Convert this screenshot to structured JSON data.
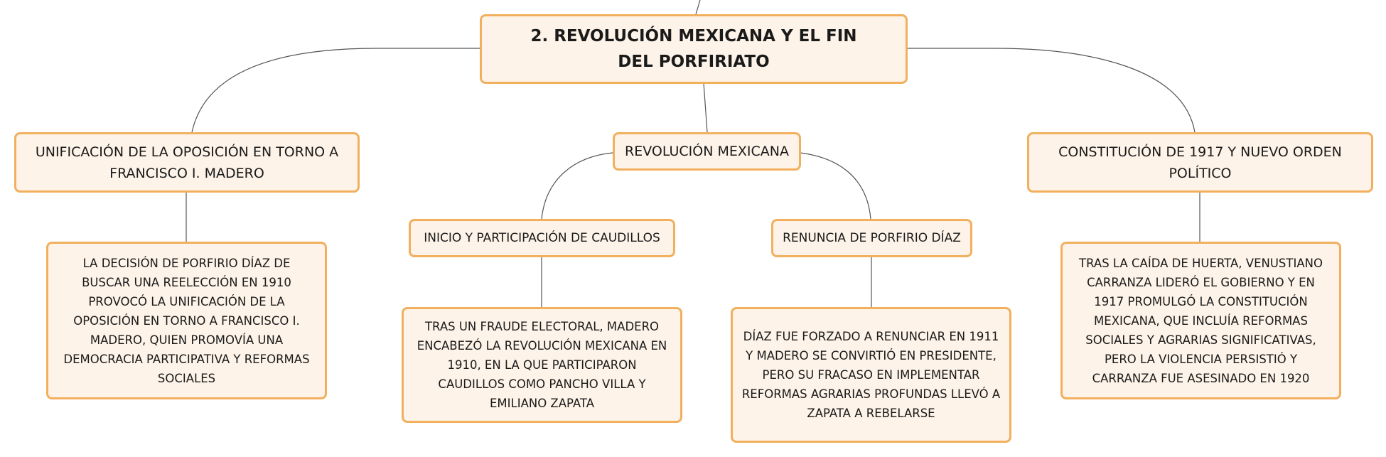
{
  "root": {
    "title": "2. REVOLUCIÓN MEXICANA Y EL FIN DEL PORFIRIATO"
  },
  "branches": {
    "left": {
      "title": "UNIFICACIÓN DE LA OPOSICIÓN EN TORNO A FRANCISCO I. MADERO",
      "detail": "LA DECISIÓN DE PORFIRIO DÍAZ DE BUSCAR UNA REELECCIÓN EN 1910 PROVOCÓ LA UNIFICACIÓN DE LA OPOSICIÓN EN TORNO A FRANCISCO I. MADERO, QUIEN PROMOVÍA UNA DEMOCRACIA PARTICIPATIVA Y REFORMAS SOCIALES"
    },
    "center": {
      "title": "REVOLUCIÓN MEXICANA",
      "sub_left": {
        "title": "INICIO Y PARTICIPACIÓN DE CAUDILLOS",
        "detail": "TRAS UN FRAUDE ELECTORAL, MADERO ENCABEZÓ LA REVOLUCIÓN MEXICANA EN 1910, EN LA QUE PARTICIPARON CAUDILLOS COMO PANCHO VILLA Y EMILIANO ZAPATA"
      },
      "sub_right": {
        "title": "RENUNCIA DE PORFIRIO DÍAZ",
        "detail": "DÍAZ FUE FORZADO A RENUNCIAR EN 1911 Y MADERO SE CONVIRTIÓ EN PRESIDENTE, PERO SU FRACASO EN IMPLEMENTAR REFORMAS AGRARIAS PROFUNDAS LLEVÓ A ZAPATA A REBELARSE"
      }
    },
    "right": {
      "title": "CONSTITUCIÓN DE 1917 Y NUEVO ORDEN POLÍTICO",
      "detail": "TRAS LA CAÍDA DE HUERTA, VENUSTIANO CARRANZA LIDERÓ EL GOBIERNO Y EN 1917 PROMULGÓ LA CONSTITUCIÓN MEXICANA, QUE INCLUÍA REFORMAS SOCIALES Y AGRARIAS SIGNIFICATIVAS, PERO LA VIOLENCIA PERSISTIÓ Y CARRANZA FUE ASESINADO EN 1920"
    }
  },
  "colors": {
    "node_fill": "#fdf3e8",
    "node_border": "#f2b05e",
    "connector": "#555555",
    "text": "#1a1a1a"
  }
}
